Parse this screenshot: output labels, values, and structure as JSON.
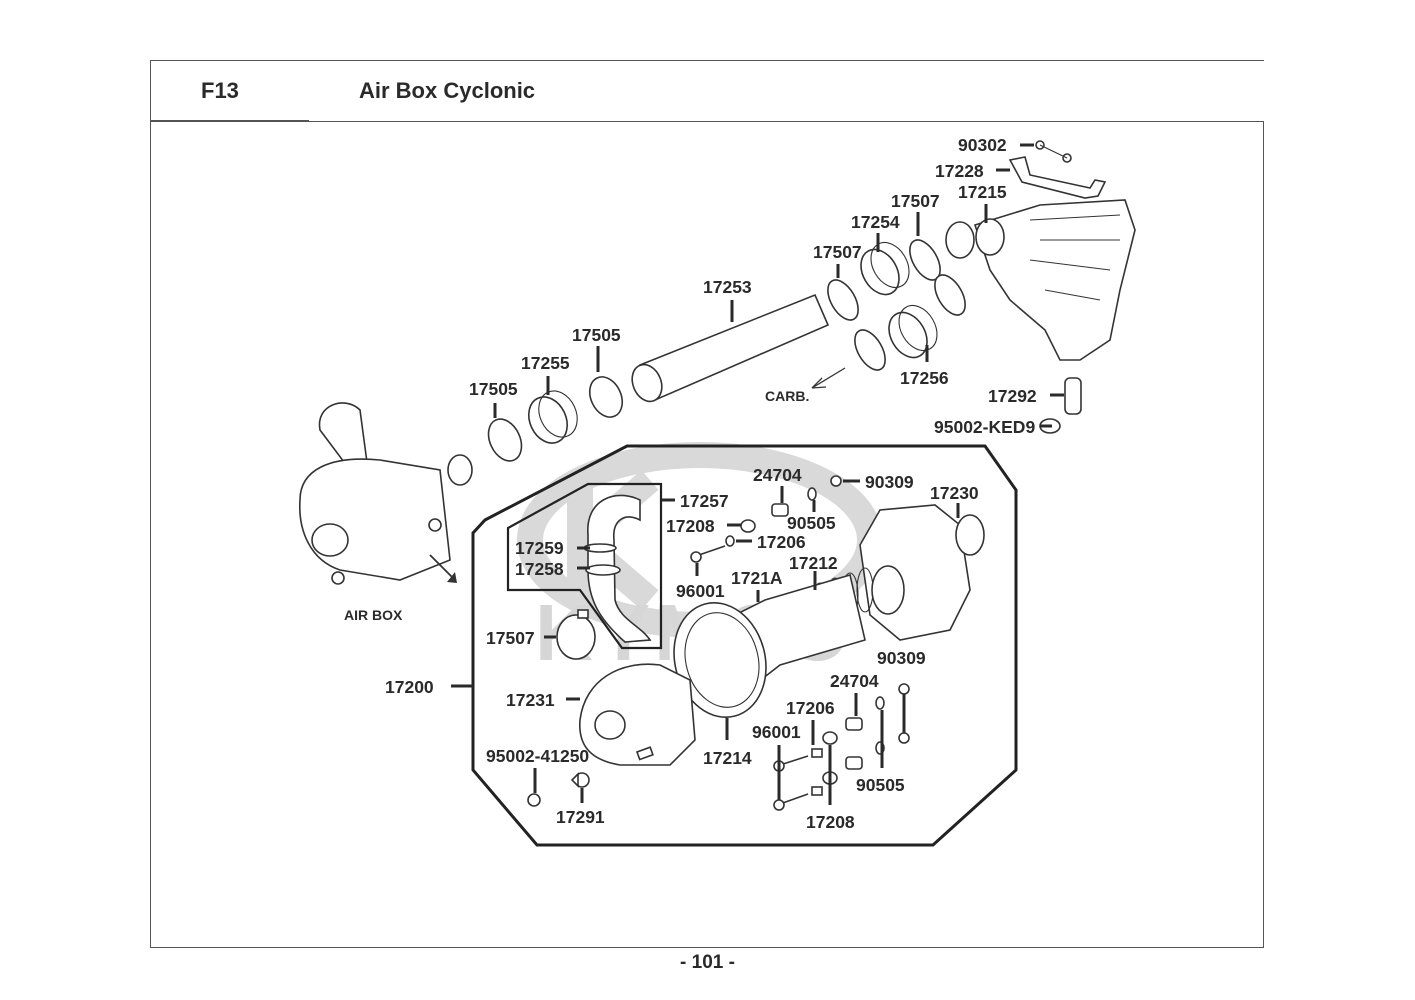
{
  "header": {
    "section_code": "F13",
    "title": "Air Box Cyclonic"
  },
  "footer": {
    "page_number": "- 101 -"
  },
  "watermark": {
    "brand_text": "KYMCO"
  },
  "diagram": {
    "annotations": {
      "carb": "CARB.",
      "air_box": "AIR BOX"
    },
    "part_labels": {
      "p90302": "90302",
      "p17228": "17228",
      "p17215": "17215",
      "p17507_top": "17507",
      "p17254": "17254",
      "p17507_mid": "17507",
      "p17253": "17253",
      "p17256": "17256",
      "p17292": "17292",
      "p95002_ked9": "95002-KED9",
      "p17505_right": "17505",
      "p17255": "17255",
      "p17505_left": "17505",
      "p24704_top": "24704",
      "p90309_top": "90309",
      "p17230": "17230",
      "p17257": "17257",
      "p17208_top": "17208",
      "p90505_top": "90505",
      "p17206_top": "17206",
      "p17259": "17259",
      "p17258": "17258",
      "p96001_top": "96001",
      "p1721a": "1721A",
      "p17212": "17212",
      "p17507_box": "17507",
      "p90309_bottom": "90309",
      "p17200": "17200",
      "p24704_bottom": "24704",
      "p17231": "17231",
      "p17206_bottom": "17206",
      "p96001_bottom": "96001",
      "p17214": "17214",
      "p95002_41250": "95002-41250",
      "p90505_bottom": "90505",
      "p17291": "17291",
      "p17208_bottom": "17208"
    }
  }
}
